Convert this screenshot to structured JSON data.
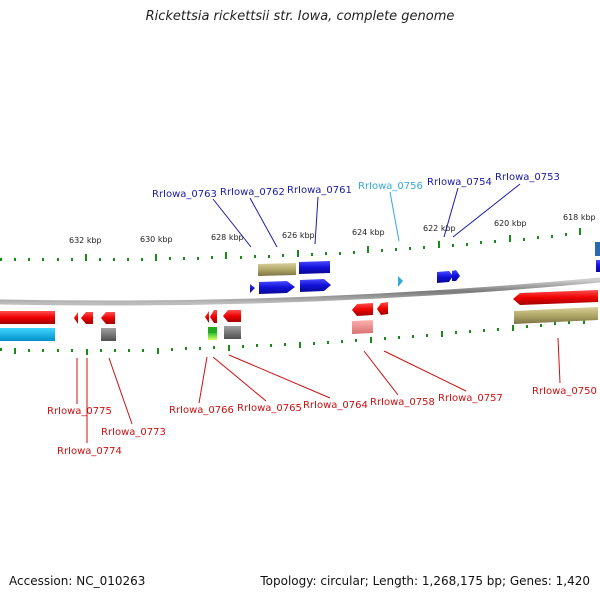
{
  "title": "Rickettsia rickettsii str. Iowa, complete genome",
  "footer": {
    "accession": "Accession: NC_010263",
    "summary": "Topology: circular; Length: 1,268,175 bp; Genes: 1,420"
  },
  "ticks": [
    "632 kbp",
    "630 kbp",
    "628 kbp",
    "626 kbp",
    "624 kbp",
    "622 kbp",
    "620 kbp",
    "618 kbp"
  ],
  "labels_top": [
    {
      "text": "RrIowa_0763",
      "color": "#1a1aa8"
    },
    {
      "text": "RrIowa_0762",
      "color": "#1a1aa8"
    },
    {
      "text": "RrIowa_0761",
      "color": "#1a1aa8"
    },
    {
      "text": "RrIowa_0756",
      "color": "#33aadd"
    },
    {
      "text": "RrIowa_0754",
      "color": "#1a1aa8"
    },
    {
      "text": "RrIowa_0753",
      "color": "#1a1aa8"
    }
  ],
  "labels_bottom": [
    {
      "text": "RrIowa_0775",
      "color": "#cc1111"
    },
    {
      "text": "RrIowa_0774",
      "color": "#cc1111"
    },
    {
      "text": "RrIowa_0773",
      "color": "#cc1111"
    },
    {
      "text": "RrIowa_0766",
      "color": "#cc1111"
    },
    {
      "text": "RrIowa_0765",
      "color": "#cc1111"
    },
    {
      "text": "RrIowa_0764",
      "color": "#cc1111"
    },
    {
      "text": "RrIowa_0758",
      "color": "#cc1111"
    },
    {
      "text": "RrIowa_0757",
      "color": "#cc1111"
    },
    {
      "text": "RrIowa_0750",
      "color": "#cc1111"
    }
  ],
  "colors": {
    "forward_cds": "#1a1ad0",
    "reverse_cds": "#e80000",
    "rna": "#b8b070",
    "backbone": "#888888",
    "tick": "#1a8a1a"
  }
}
